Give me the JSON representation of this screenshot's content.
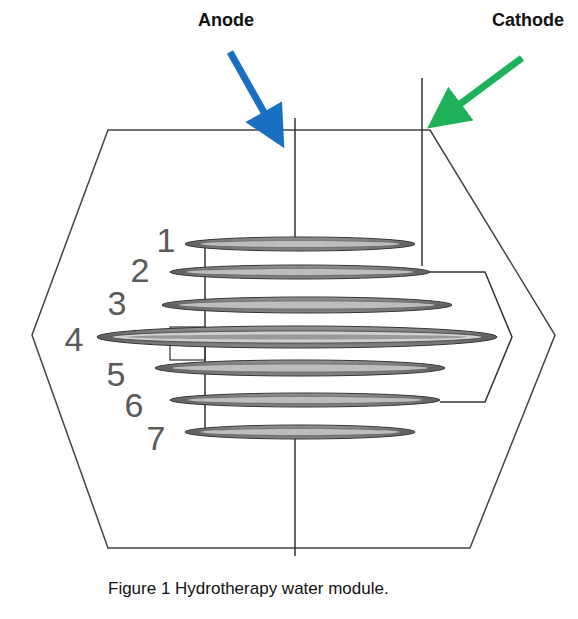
{
  "diagram": {
    "caption": "Figure 1 Hydrotherapy water module.",
    "labels": [
      "Anode",
      "Cathode",
      "1",
      "2",
      "3",
      "4",
      "5",
      "6",
      "7"
    ]
  }
}
